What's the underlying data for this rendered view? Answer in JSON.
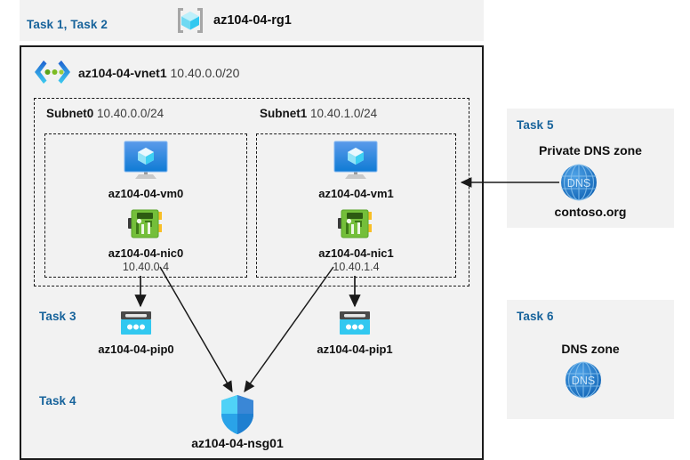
{
  "resource_group": {
    "task_label": "Task 1, Task 2",
    "name": "az104-04-rg1",
    "icon": "resource-group-icon"
  },
  "vnet": {
    "name": "az104-04-vnet1",
    "cidr": "10.40.0.0/20",
    "icon": "virtual-network-icon"
  },
  "subnets": [
    {
      "name": "Subnet0",
      "cidr": "10.40.0.0/24",
      "vm": {
        "name": "az104-04-vm0",
        "icon": "virtual-machine-icon"
      },
      "nic": {
        "name": "az104-04-nic0",
        "ip": "10.40.0.4",
        "icon": "network-interface-icon"
      }
    },
    {
      "name": "Subnet1",
      "cidr": "10.40.1.0/24",
      "vm": {
        "name": "az104-04-vm1",
        "icon": "virtual-machine-icon"
      },
      "nic": {
        "name": "az104-04-nic1",
        "ip": "10.40.1.4",
        "icon": "network-interface-icon"
      }
    }
  ],
  "public_ips": {
    "task_label": "Task 3",
    "items": [
      {
        "name": "az104-04-pip0",
        "icon": "public-ip-address-icon"
      },
      {
        "name": "az104-04-pip1",
        "icon": "public-ip-address-icon"
      }
    ]
  },
  "nsg": {
    "task_label": "Task 4",
    "name": "az104-04-nsg01",
    "icon": "network-security-group-icon"
  },
  "private_dns": {
    "task_label": "Task 5",
    "title": "Private DNS zone",
    "name": "contoso.org",
    "icon": "dns-zone-icon"
  },
  "dns": {
    "task_label": "Task 6",
    "title": "DNS zone",
    "icon": "dns-zone-icon"
  },
  "colors": {
    "task_text": "#17639b",
    "panel_bg": "#f2f2f2",
    "border": "#1a1a1a",
    "azure_blue": "#0078d4",
    "cyan": "#32c8f0",
    "nic_green": "#6cb33f",
    "dns_blue": "#1e74c8"
  }
}
